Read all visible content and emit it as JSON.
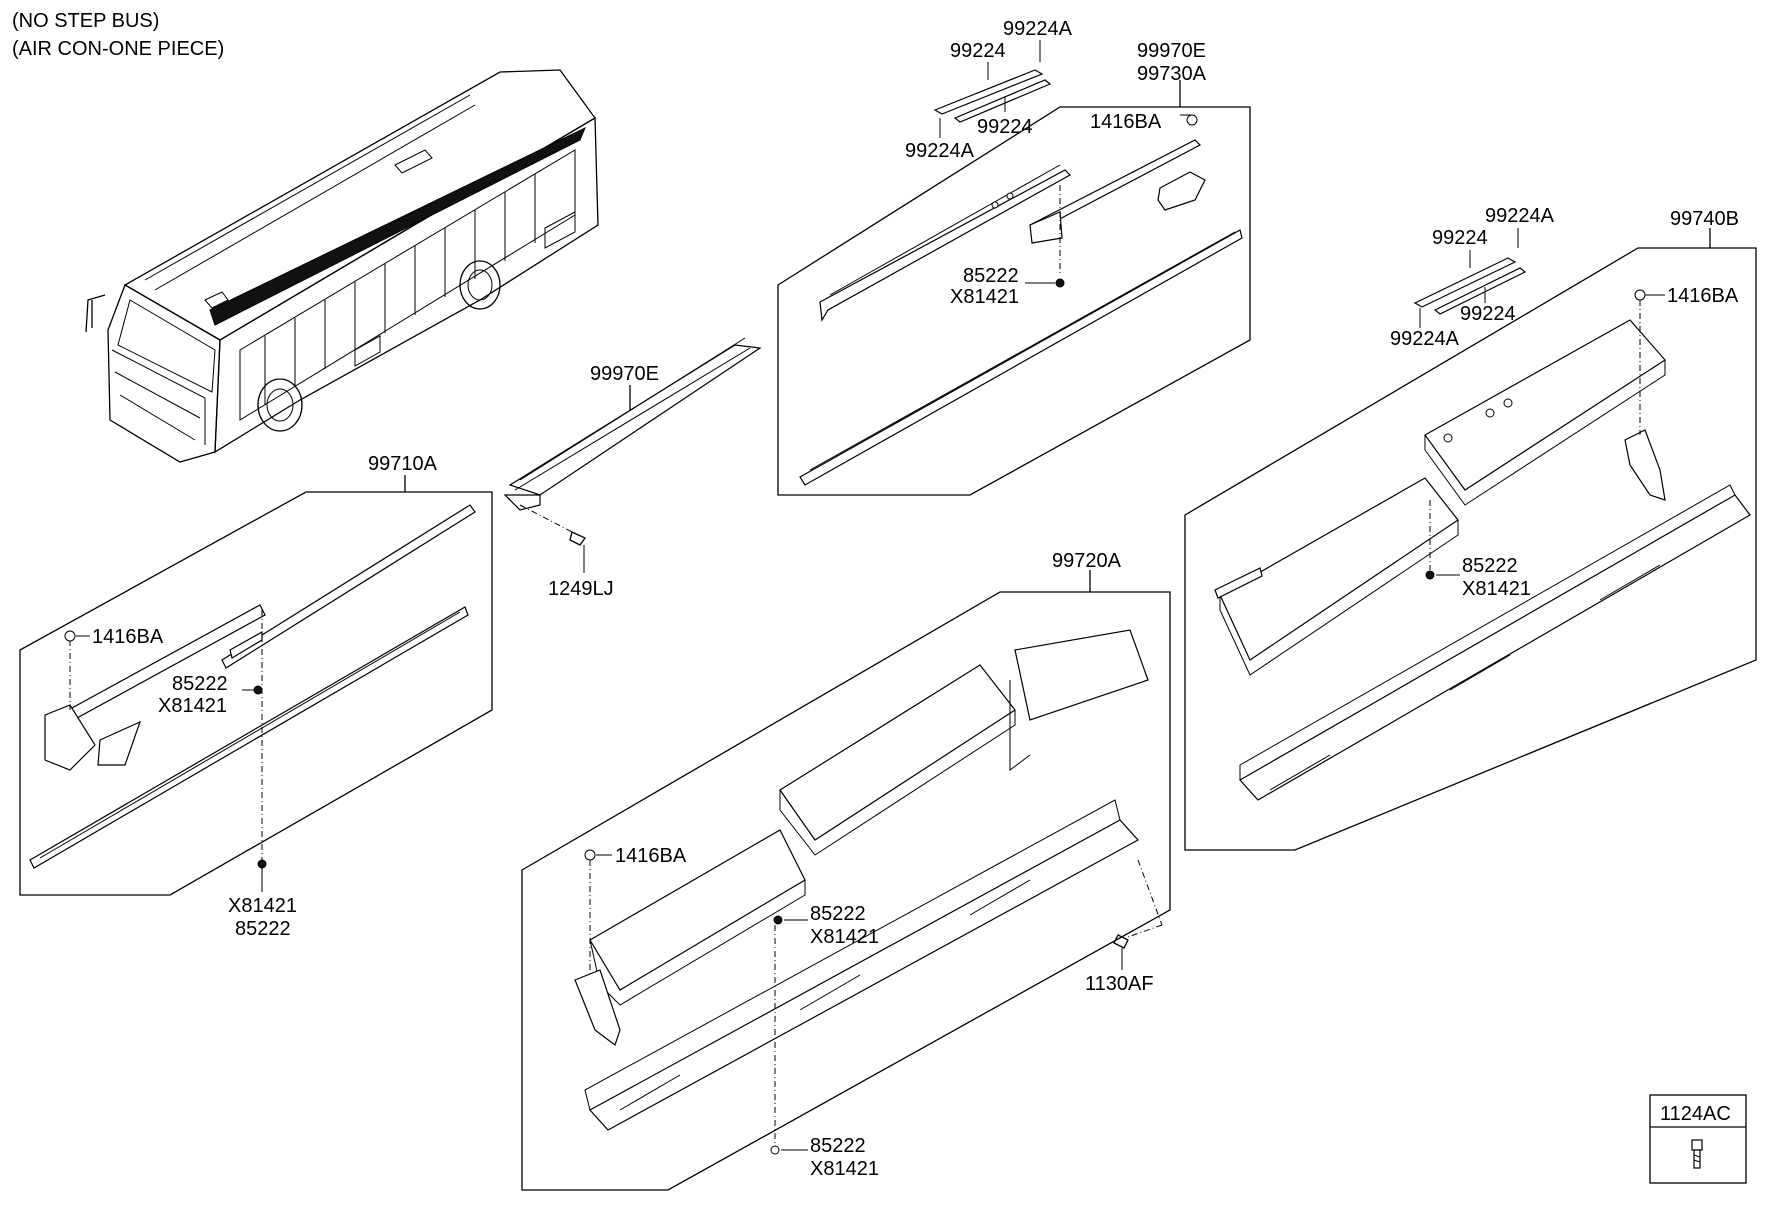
{
  "header": {
    "line1": "(NO STEP BUS)",
    "line2": "(AIR CON-ONE PIECE)"
  },
  "groups": {
    "g99710A": "99710A",
    "g99720A": "99720A",
    "g99740B": "99740B",
    "g99730A_a": "99970E",
    "g99730A_b": "99730A",
    "g99970E": "99970E"
  },
  "callouts": {
    "top_99224A_1": "99224A",
    "top_99224_1": "99224",
    "top_99224_2": "99224",
    "top_99224A_2": "99224A",
    "top_1416BA": "1416BA",
    "top_85222": "85222",
    "top_X81421": "X81421",
    "r_99224A_1": "99224A",
    "r_99224_1": "99224",
    "r_99224_2": "99224",
    "r_99224A_2": "99224A",
    "r_1416BA": "1416BA",
    "r_85222": "85222",
    "r_X81421": "X81421",
    "mid_1249LJ": "1249LJ",
    "l_1416BA": "1416BA",
    "l_85222": "85222",
    "l_X81421": "X81421",
    "l_bottom_X81421": "X81421",
    "l_bottom_85222": "85222",
    "c_1416BA": "1416BA",
    "c_85222": "85222",
    "c_X81421": "X81421",
    "c_1130AF": "1130AF",
    "c_bottom_85222": "85222",
    "c_bottom_X81421": "X81421"
  },
  "legend_box": {
    "label": "1124AC"
  }
}
